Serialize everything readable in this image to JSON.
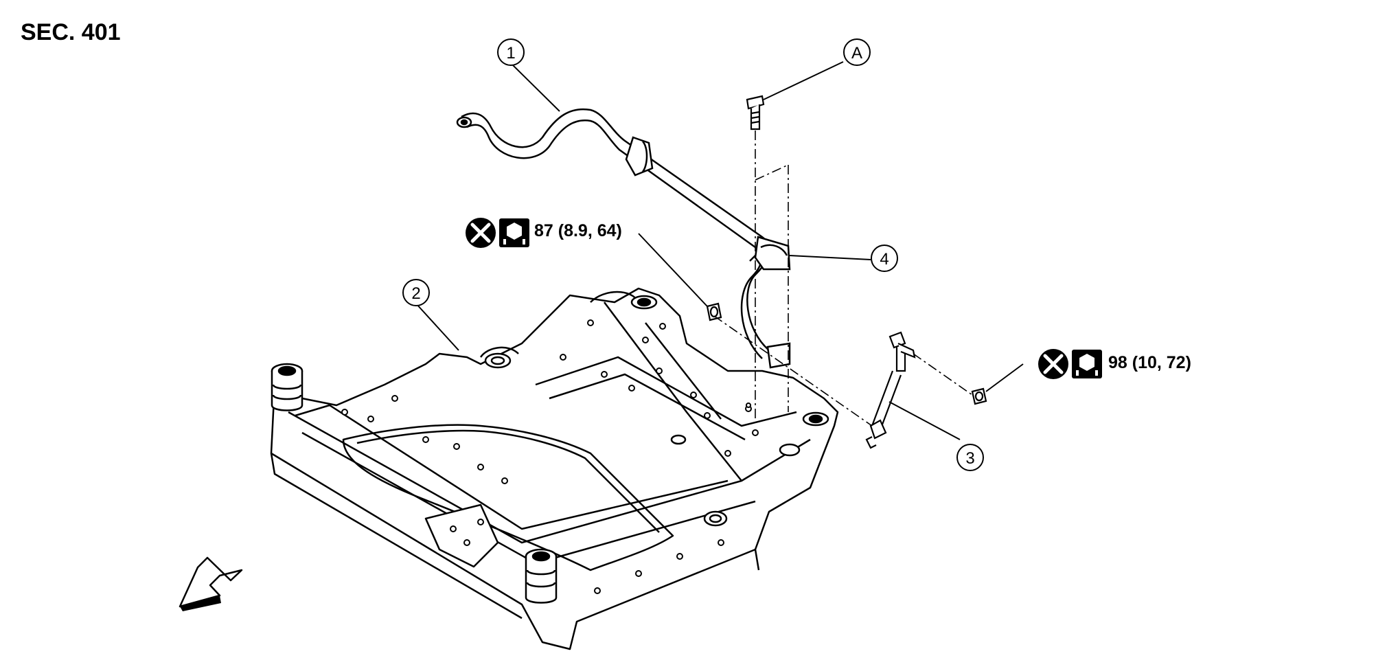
{
  "section_label": "SEC. 401",
  "callouts": {
    "item1": "1",
    "item2": "2",
    "item3": "3",
    "item4": "4",
    "itemA": "A"
  },
  "parts": {
    "1": "stabilizer bar",
    "2": "front suspension member",
    "3": "stabilizer connecting rod",
    "4": "stabilizer bushing / clamp"
  },
  "torque_specs": [
    {
      "value": "87 (8.9, 64)",
      "icons": [
        "do-not-reuse-icon",
        "wrench-torque-icon"
      ]
    },
    {
      "value": "98 (10, 72)",
      "icons": [
        "do-not-reuse-icon",
        "wrench-torque-icon"
      ]
    }
  ],
  "direction_indicator": "vehicle-front-arrow-icon"
}
